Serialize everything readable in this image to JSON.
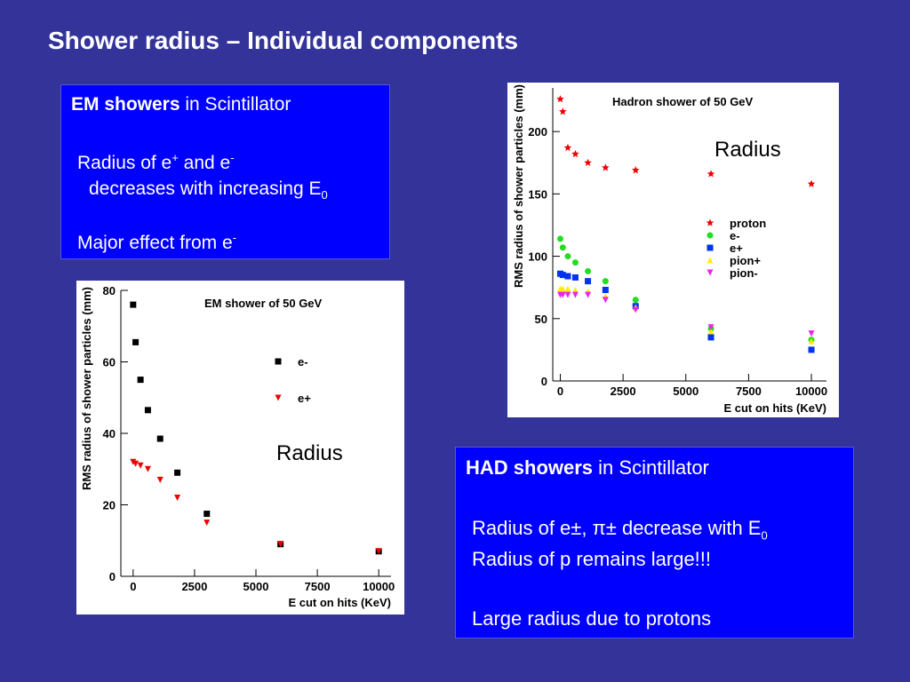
{
  "slide": {
    "title": "Shower radius – Individual components"
  },
  "em_box": {
    "heading_bold": "EM showers",
    "heading_rest": " in Scintillator",
    "line1_a": "Radius of e",
    "line1_sup1": "+",
    "line1_b": " and e",
    "line1_sup2": "-",
    "line2_a": "decreases with increasing E",
    "line2_sub": "0",
    "line3_a": "Major effect from e",
    "line3_sup": "-"
  },
  "had_box": {
    "heading_bold": "HAD showers",
    "heading_rest": " in Scintillator",
    "line1_a": "Radius of e±, π± decrease with E",
    "line1_sub": "0",
    "line2": "Radius of p remains large!!!",
    "line3": "Large radius due to protons"
  },
  "chart_data": [
    {
      "type": "scatter",
      "title": "Hadron shower of 50 GeV",
      "xlabel": "E cut on hits (KeV)",
      "ylabel": "RMS radius of shower particles (mm)",
      "xlim": [
        -300,
        10600
      ],
      "ylim": [
        0,
        235
      ],
      "xticks": [
        0,
        2500,
        5000,
        7500,
        10000
      ],
      "yticks": [
        0,
        50,
        100,
        150,
        200
      ],
      "annotation": "Radius",
      "legend_position": "right",
      "series": [
        {
          "name": "proton",
          "color": "#ee0000",
          "marker": "star",
          "x": [
            0,
            100,
            300,
            600,
            1100,
            1800,
            3000,
            6000,
            10000
          ],
          "y": [
            226,
            216,
            187,
            182,
            175,
            171,
            169,
            166,
            158
          ]
        },
        {
          "name": "e-",
          "color": "#22dd22",
          "marker": "circle",
          "x": [
            0,
            100,
            300,
            600,
            1100,
            1800,
            3000,
            6000,
            10000
          ],
          "y": [
            114,
            107,
            100,
            95,
            88,
            80,
            65,
            42,
            33
          ]
        },
        {
          "name": "e+",
          "color": "#0033ee",
          "marker": "square",
          "x": [
            0,
            100,
            300,
            600,
            1100,
            1800,
            3000,
            6000,
            10000
          ],
          "y": [
            86,
            85,
            84,
            83,
            80,
            73,
            60,
            35,
            25
          ]
        },
        {
          "name": "pion+",
          "color": "#ffee00",
          "marker": "triangle-up",
          "x": [
            0,
            100,
            300,
            600,
            1100,
            1800,
            3000,
            6000,
            10000
          ],
          "y": [
            74,
            74,
            74,
            73,
            72,
            68,
            59,
            40,
            32
          ]
        },
        {
          "name": "pion-",
          "color": "#ee22ee",
          "marker": "triangle-down",
          "x": [
            0,
            100,
            300,
            600,
            1100,
            1800,
            3000,
            6000,
            10000
          ],
          "y": [
            69,
            69,
            69,
            69,
            69,
            65,
            57,
            43,
            38
          ]
        }
      ]
    },
    {
      "type": "scatter",
      "title": "EM shower of 50 GeV",
      "xlabel": "E cut on hits (KeV)",
      "ylabel": "RMS radius of shower particles (mm)",
      "xlim": [
        -500,
        10500
      ],
      "ylim": [
        0,
        80
      ],
      "xticks": [
        0,
        2500,
        5000,
        7500,
        10000
      ],
      "yticks": [
        0,
        20,
        40,
        60,
        80
      ],
      "annotation": "Radius",
      "legend_position": "right",
      "series": [
        {
          "name": "e-",
          "color": "#000000",
          "marker": "square",
          "x": [
            0,
            100,
            300,
            600,
            1100,
            1800,
            3000,
            6000,
            10000
          ],
          "y": [
            76,
            65.5,
            55,
            46.5,
            38.5,
            29,
            17.5,
            9,
            7
          ]
        },
        {
          "name": "e+",
          "color": "#ee0000",
          "marker": "triangle-down",
          "x": [
            0,
            100,
            300,
            600,
            1100,
            1800,
            3000,
            6000,
            10000
          ],
          "y": [
            32,
            31.5,
            31,
            30,
            27,
            22,
            15,
            9,
            7
          ]
        }
      ]
    }
  ]
}
